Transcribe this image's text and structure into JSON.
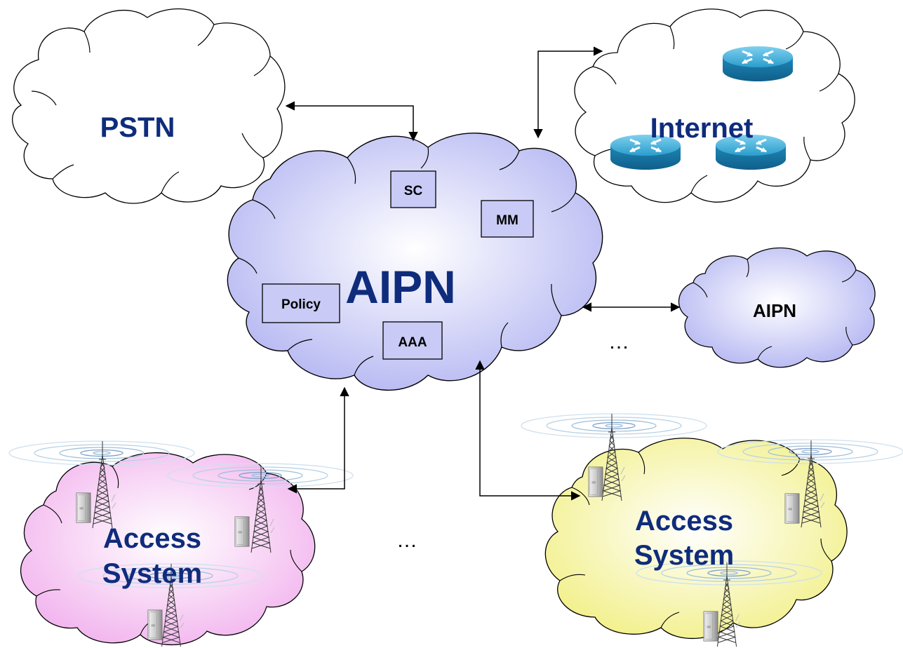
{
  "clouds": {
    "pstn": {
      "label": "PSTN"
    },
    "internet": {
      "label": "Internet"
    },
    "aipn_core": {
      "label": "AIPN"
    },
    "aipn_peer": {
      "label": "AIPN"
    },
    "access_left": {
      "line1": "Access",
      "line2": "System"
    },
    "access_right": {
      "line1": "Access",
      "line2": "System"
    }
  },
  "functions": {
    "sc": "SC",
    "mm": "MM",
    "policy": "Policy",
    "aaa": "AAA"
  },
  "ellipsis": {
    "right": "…",
    "bottom": "…"
  },
  "colors": {
    "label_blue": "#0f2c7c",
    "aipn_fill": "#b4b6f2",
    "access_left_fill": "#f2b4ee",
    "access_right_fill": "#f2f08a",
    "router_blue": "#1f8fc0"
  },
  "icons": [
    "router-icon",
    "antenna-tower-icon",
    "server-cabinet-icon"
  ]
}
